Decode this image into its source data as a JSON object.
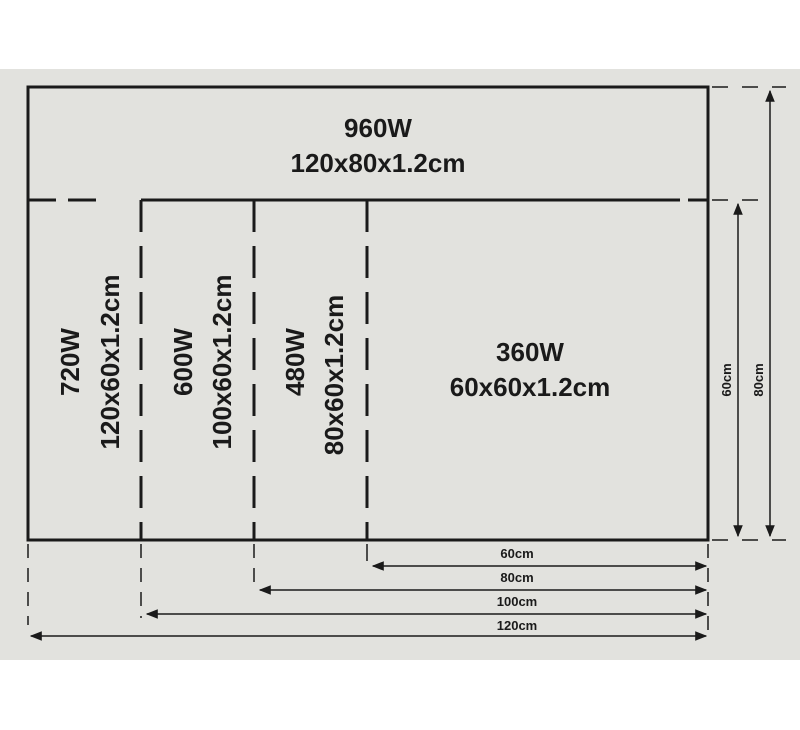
{
  "panels": [
    {
      "power": "960W",
      "size": "120x80x1.2cm"
    },
    {
      "power": "720W",
      "size": "120x60x1.2cm"
    },
    {
      "power": "600W",
      "size": "100x60x1.2cm"
    },
    {
      "power": "480W",
      "size": "80x60x1.2cm"
    },
    {
      "power": "360W",
      "size": "60x60x1.2cm"
    }
  ],
  "dimensions": {
    "height_60": "60cm",
    "height_80": "80cm",
    "width_60": "60cm",
    "width_80": "80cm",
    "width_100": "100cm",
    "width_120": "120cm"
  },
  "colors": {
    "background": "#e2e2de",
    "line": "#1a1a1a"
  }
}
